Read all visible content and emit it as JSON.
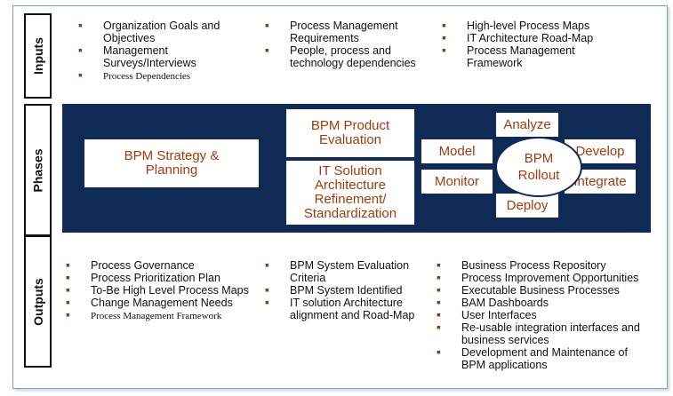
{
  "sections": {
    "inputs": "Inputs",
    "phases": "Phases",
    "outputs": "Outputs"
  },
  "inputs": {
    "col1": [
      "Organization Goals and Objectives",
      "Management Surveys/Interviews",
      "Process Dependencies"
    ],
    "col2": [
      "Process Management Requirements",
      "People, process and technology dependencies"
    ],
    "col3": [
      "High-level Process Maps",
      "IT Architecture Road-Map",
      "Process Management Framework"
    ]
  },
  "phases": {
    "strategy": "BPM Strategy & Planning",
    "product_eval": "BPM Product Evaluation",
    "it_solution": "IT Solution Architecture Refinement/ Standardization",
    "rollout": "BPM Rollout",
    "analyze": "Analyze",
    "model": "Model",
    "develop": "Develop",
    "monitor": "Monitor",
    "integrate": "Integrate",
    "deploy": "Deploy"
  },
  "outputs": {
    "col1": [
      "Process Governance",
      "Process Prioritization Plan",
      "To-Be High Level Process Maps",
      "Change Management Needs",
      "Process Management Framework"
    ],
    "col2": [
      "BPM System Evaluation Criteria",
      "BPM System Identified",
      "IT solution Architecture alignment and Road-Map"
    ],
    "col3": [
      "Business Process Repository",
      "Process Improvement Opportunities",
      "Executable Business Processes",
      "BAM Dashboards",
      "User Interfaces",
      "Re-usable integration interfaces and business services",
      "Development and Maintenance of BPM applications"
    ]
  },
  "colors": {
    "navy": "#102a56",
    "accent": "#9c3c10",
    "bullet": "#8b3a1c"
  },
  "bullet_icon": "square-bullet-icon"
}
